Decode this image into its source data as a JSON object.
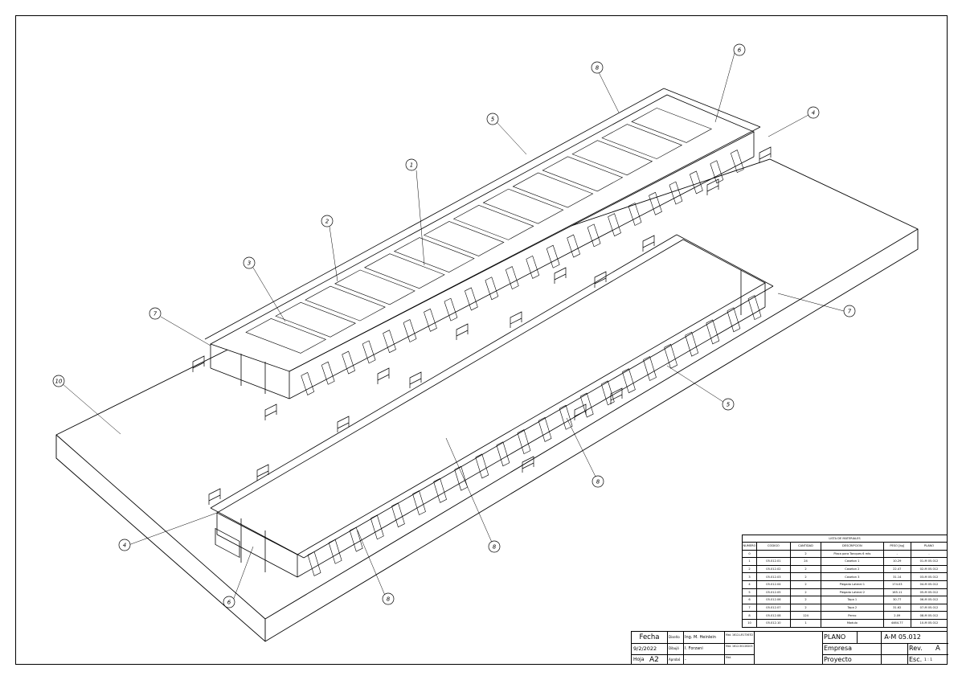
{
  "callouts": [
    "1",
    "2",
    "3",
    "4",
    "4",
    "5",
    "5",
    "6",
    "6",
    "7",
    "7",
    "8",
    "8",
    "8",
    "8",
    "10"
  ],
  "bom": {
    "title": "LISTA DE MATERIALES",
    "headers": [
      "NUMERO",
      "CODIGO",
      "CANTIDAD",
      "DESCRIPCION",
      "PESO [kg]",
      "PLANO"
    ],
    "rows": [
      [
        "0",
        "",
        "2",
        "Placa para Tanques 6 mts",
        "-",
        "-"
      ],
      [
        "1",
        "05.012.01",
        "24",
        "Caseton 1",
        "10.29",
        "01-M 05.012"
      ],
      [
        "2",
        "05.012.02",
        "2",
        "Caseton 2",
        "22.47",
        "02-M 05.012"
      ],
      [
        "3",
        "05.012.03",
        "2",
        "Caseton 3",
        "31.14",
        "03-M 05.012"
      ],
      [
        "4",
        "05.012.04",
        "2",
        "Plegado Lateral 1",
        "174.03",
        "04-M 05.012"
      ],
      [
        "5",
        "05.012.05",
        "2",
        "Plegado Lateral 2",
        "165.11",
        "05-M 05.012"
      ],
      [
        "6",
        "05.012.06",
        "2",
        "Tapa 1",
        "30.77",
        "06-M 05.012"
      ],
      [
        "7",
        "05.012.07",
        "2",
        "Tapa 2",
        "31.62",
        "07-M 05.012"
      ],
      [
        "8",
        "05.012.08",
        "124",
        "Perno",
        "2.09",
        "08-M 05.012"
      ],
      [
        "10",
        "05.012.10",
        "1",
        "Modulo",
        "4464.77",
        "10-M 05.012"
      ]
    ]
  },
  "title_block": {
    "fecha_label": "Fecha",
    "fecha_value": "9/2/2022",
    "hoja_label": "Hoja",
    "hoja_value": "A2",
    "diseno_label": "Diseño",
    "dibujo_label": "Dibujó",
    "aprobo_label": "Aprobó",
    "diseno_name": "Ing. M. Heinlein",
    "dibujo_name": "I. Forzani",
    "aprobo_name": "-",
    "diseno_mat": "Mat. 1612-LR17367D",
    "dibujo_mat": "Mat. 1612-50126205",
    "aprobo_mat": "Mat.",
    "plano_label": "PLANO",
    "plano_value": "A-M 05.012",
    "empresa_label": "Empresa",
    "proyecto_label": "Proyecto",
    "rev_label": "Rev.",
    "rev_value": "A",
    "esc_label": "Esc.",
    "esc_value": "1 : 1"
  }
}
